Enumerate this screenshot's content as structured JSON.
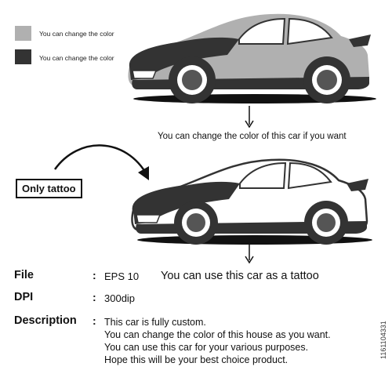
{
  "legend": {
    "items": [
      {
        "color": "#b0b0b0",
        "label": "You can change the color"
      },
      {
        "color": "#333333",
        "label": "You can change the color"
      }
    ]
  },
  "car_top": {
    "body_color": "#b0b0b0",
    "dark_color": "#333333"
  },
  "car_bottom": {
    "body_color": "#ffffff",
    "dark_color": "#333333"
  },
  "caption_top": "You can change the color of this car if you want",
  "tattoo_label": "Only tattoo",
  "tattoo_caption": "You can use this car as a tattoo",
  "specs": {
    "file_label": "File",
    "file_value": "EPS 10",
    "dpi_label": "DPI",
    "dpi_value": "300dip",
    "desc_label": "Description",
    "colon": ":",
    "desc_lines": [
      "This car is fully custom.",
      "You can change the color of this house as you want.",
      "You can use this car for your various purposes.",
      "Hope this will be your best choice product."
    ]
  },
  "side_id": "1161104331"
}
